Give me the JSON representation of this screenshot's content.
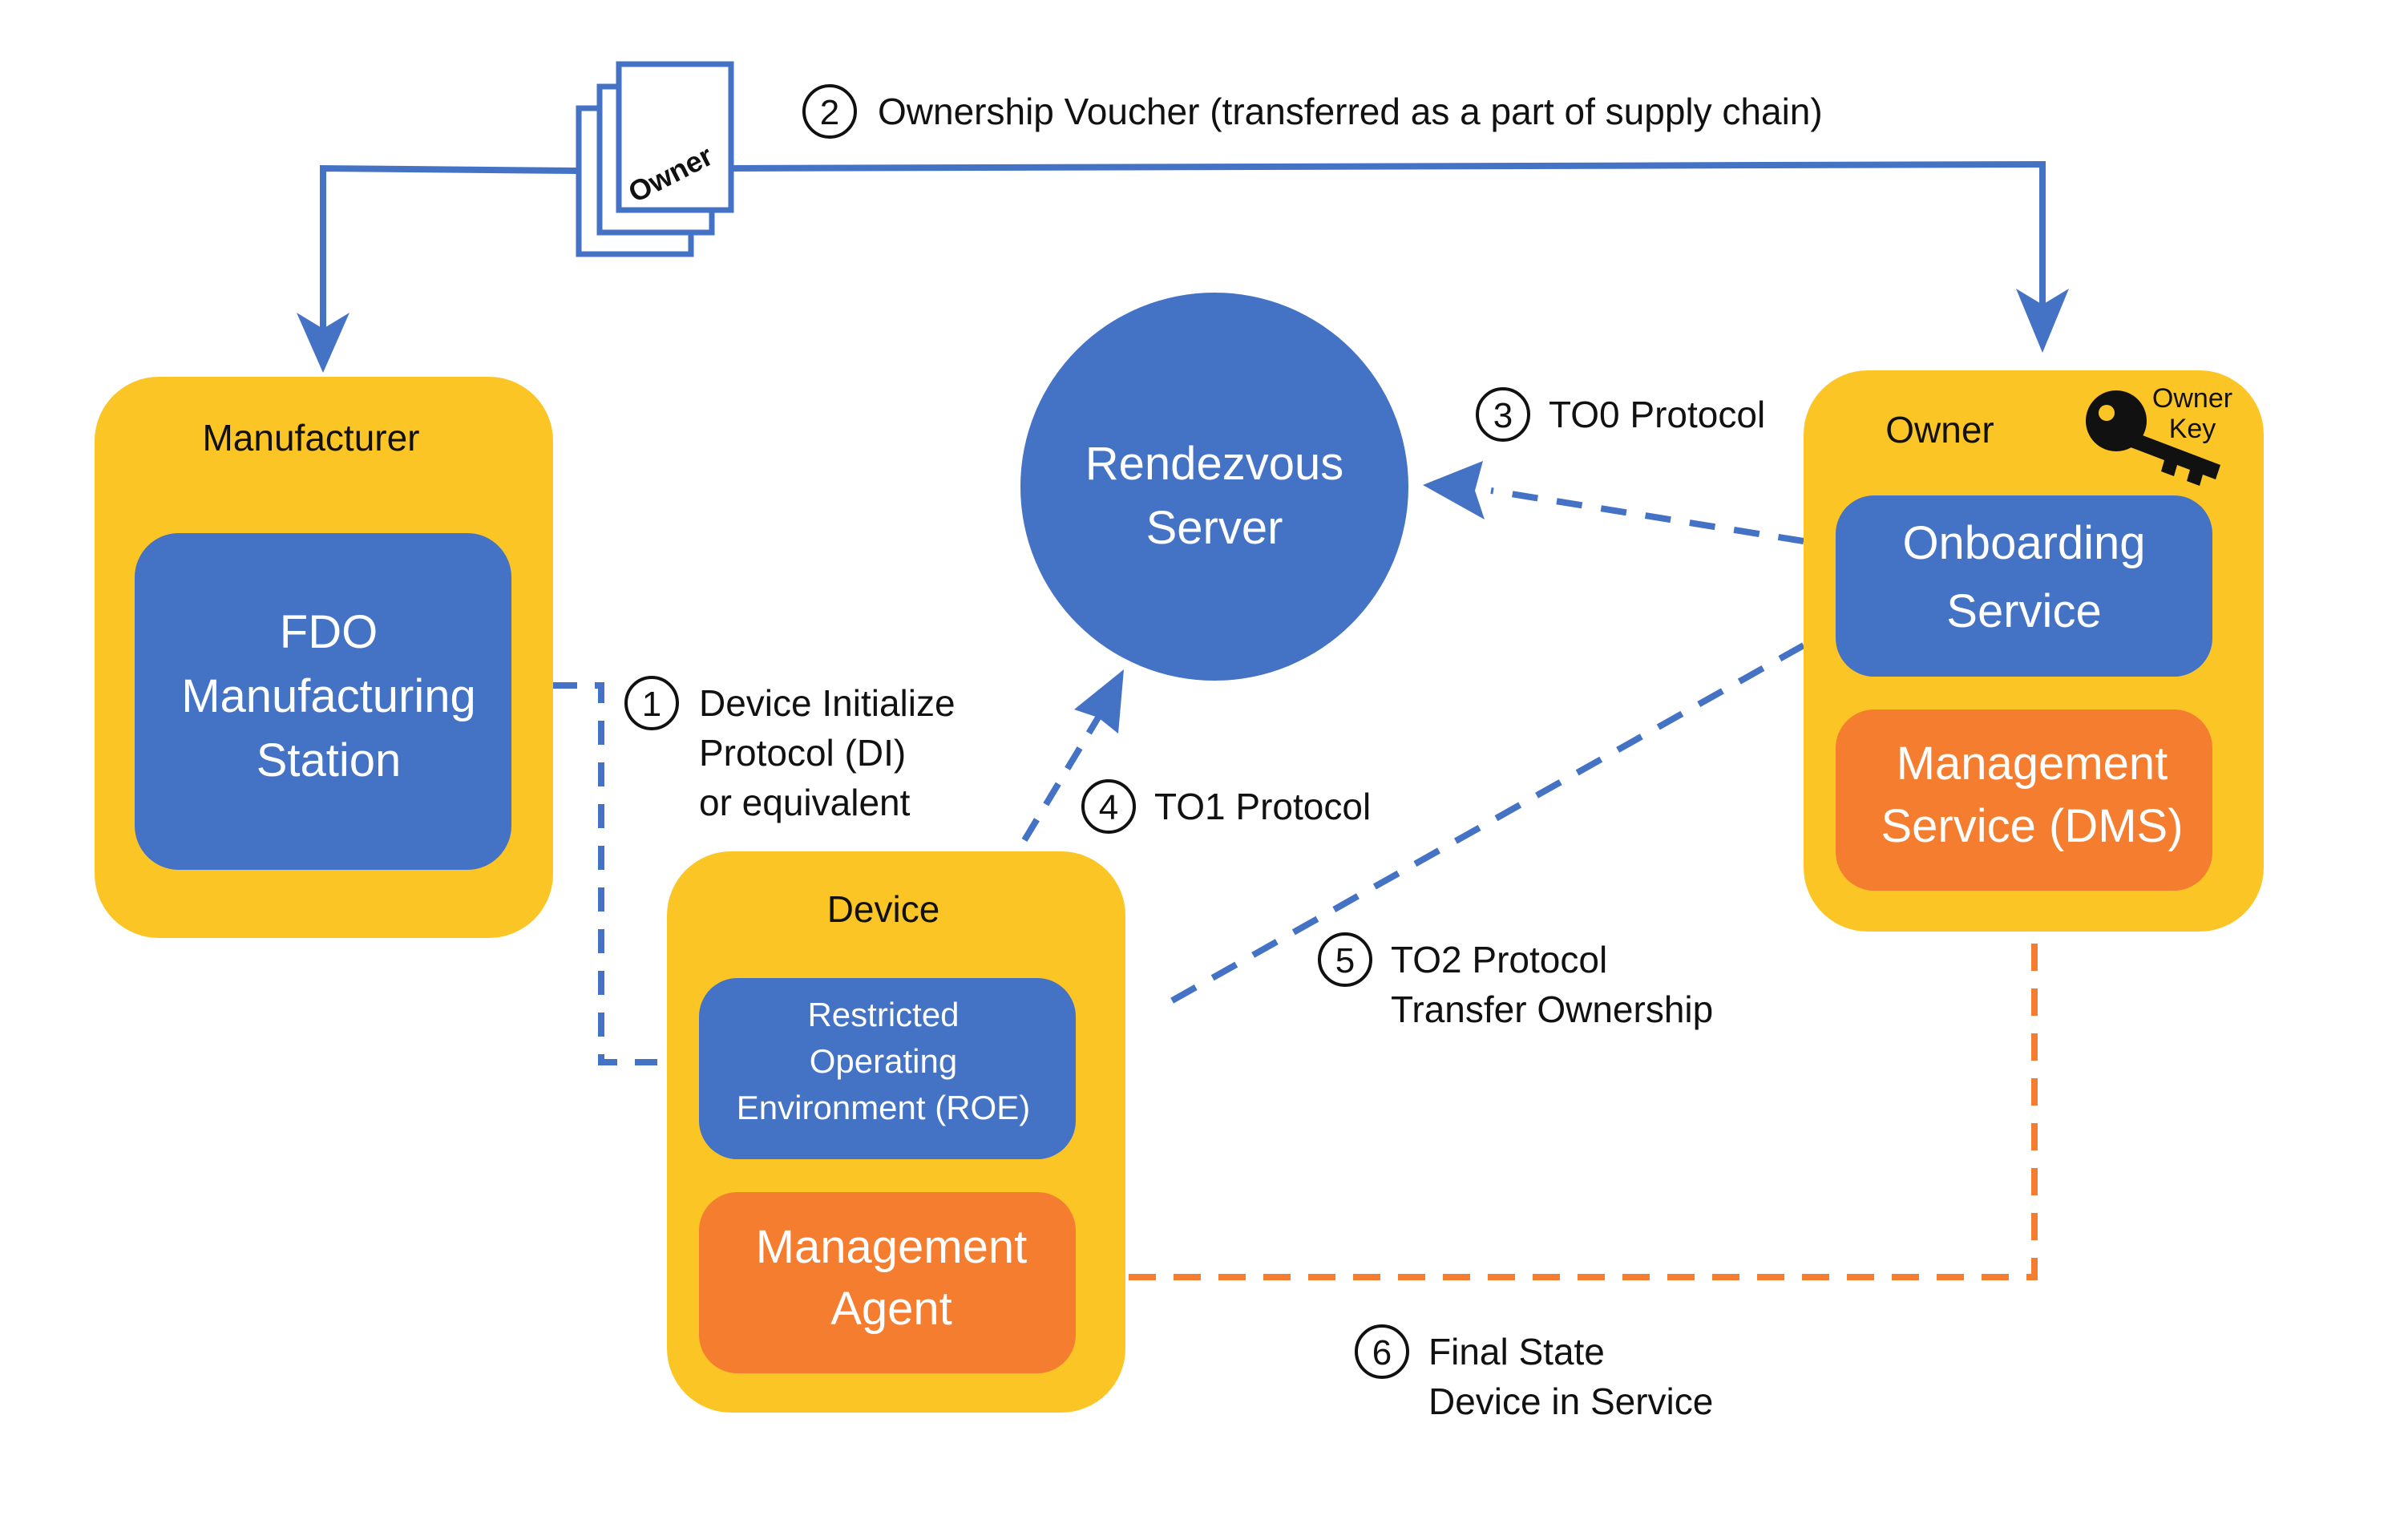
{
  "colors": {
    "yellow": "#FCC526",
    "blue": "#4472C4",
    "orange": "#F47D30",
    "text": "#111111",
    "key": "#111111"
  },
  "manufacturer": {
    "title": "Manufacturer",
    "station_lines": [
      "FDO",
      "Manufacturing",
      "Station"
    ]
  },
  "rendezvous": {
    "lines": [
      "Rendezvous",
      "Server"
    ]
  },
  "owner": {
    "title": "Owner",
    "key_label_lines": [
      "Owner",
      "Key"
    ],
    "onboarding_lines": [
      "Onboarding",
      "Service"
    ],
    "management_lines": [
      "Management",
      "Service (DMS)"
    ]
  },
  "device": {
    "title": "Device",
    "roe_lines": [
      "Restricted",
      "Operating",
      "Environment (ROE)"
    ],
    "agent_lines": [
      "Management",
      "Agent"
    ]
  },
  "voucher": {
    "card_label": "Owner"
  },
  "steps": [
    {
      "num": "1",
      "lines": [
        "Device Initialize",
        "Protocol (DI)",
        "or equivalent"
      ]
    },
    {
      "num": "2",
      "lines": [
        "Ownership Voucher (transferred as a part of supply chain)"
      ]
    },
    {
      "num": "3",
      "lines": [
        "TO0 Protocol"
      ]
    },
    {
      "num": "4",
      "lines": [
        "TO1 Protocol"
      ]
    },
    {
      "num": "5",
      "lines": [
        "TO2 Protocol",
        "Transfer Ownership"
      ]
    },
    {
      "num": "6",
      "lines": [
        "Final State",
        "Device in Service"
      ]
    }
  ]
}
